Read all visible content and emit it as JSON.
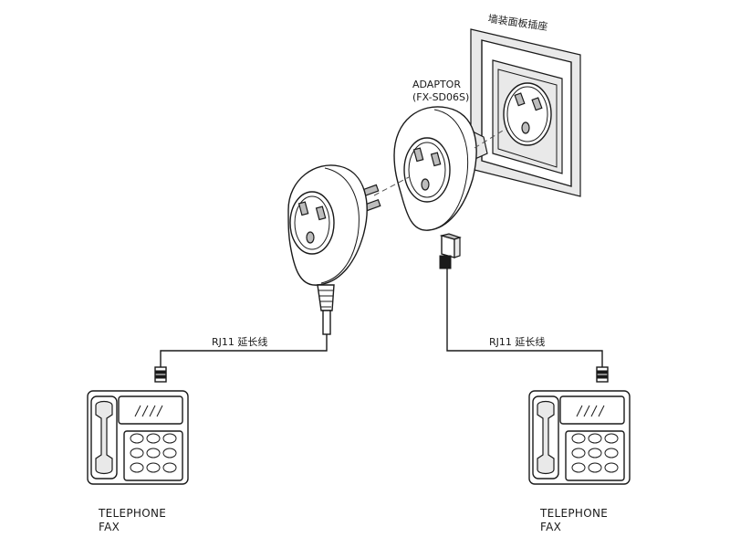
{
  "wall_outlet": {
    "label": "墙装面板插座"
  },
  "adaptor": {
    "name": "ADAPTOR",
    "model": "(FX-SD06S)"
  },
  "left_line": {
    "label": "RJ11 延长线"
  },
  "right_line": {
    "label": "RJ11 延长线"
  },
  "left_device": {
    "line1": "TELEPHONE",
    "line2": "FAX"
  },
  "right_device": {
    "line1": "TELEPHONE",
    "line2": "FAX"
  }
}
